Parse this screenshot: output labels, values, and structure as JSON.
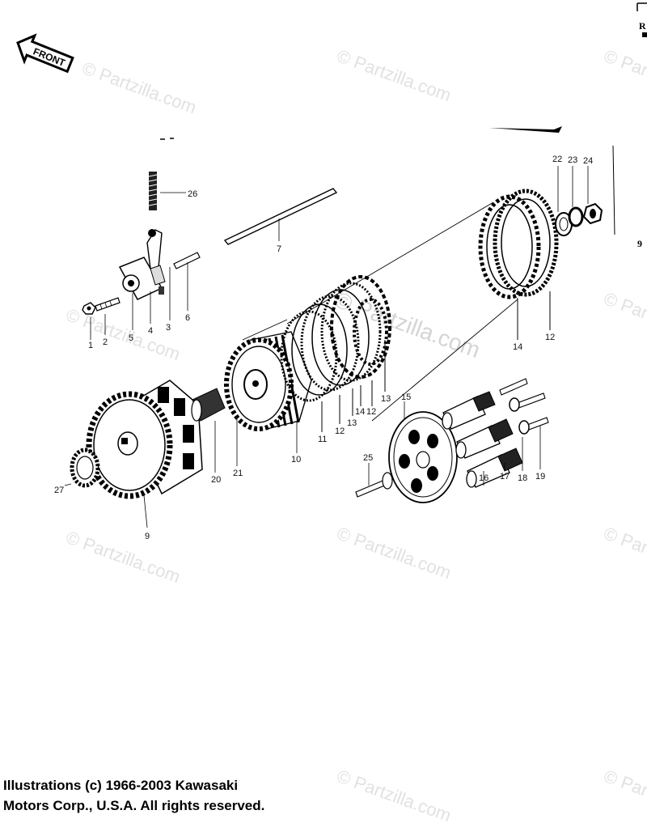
{
  "diagram": {
    "front_arrow_label": "FRONT",
    "watermark": "© Partzilla.com",
    "edge_letter_r": "R",
    "edge_number_9": "9",
    "callouts": [
      "1",
      "2",
      "3",
      "4",
      "5",
      "6",
      "7",
      "9",
      "10",
      "11",
      "12",
      "12",
      "12",
      "13",
      "13",
      "14",
      "14",
      "15",
      "16",
      "17",
      "18",
      "19",
      "20",
      "21",
      "22",
      "23",
      "24",
      "25",
      "26",
      "27"
    ]
  },
  "copyright": {
    "line1": "Illustrations (c) 1966-2003 Kawasaki",
    "line2": "Motors Corp., U.S.A.  All rights reserved."
  }
}
